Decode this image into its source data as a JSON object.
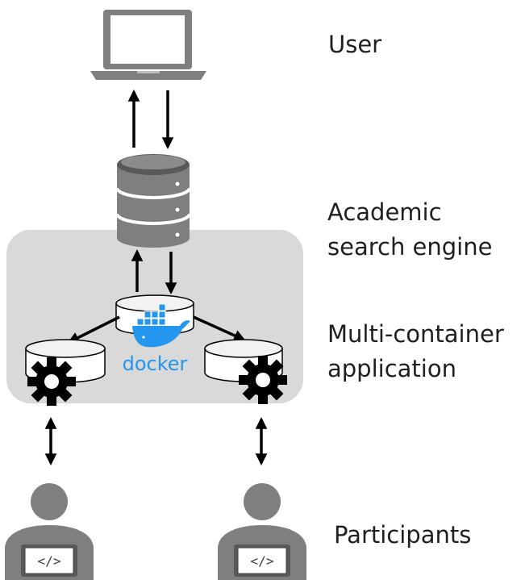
{
  "labels": {
    "user": "User",
    "search_engine": [
      "Academic",
      "search engine"
    ],
    "multi_container": [
      "Multi-container",
      "application"
    ],
    "participants": "Participants"
  },
  "docker_wordmark": "docker",
  "code_glyph": "</>",
  "colors": {
    "icon_gray": "#7f7f7f",
    "icon_dark": "#595959",
    "panel_fill": "#d9d9d9",
    "container_top": "#f2f2f2",
    "docker_blue": "#2496ed",
    "arrow": "#000000",
    "gear": "#000000"
  },
  "icons": [
    "laptop-icon",
    "database-icon",
    "docker-logo-icon",
    "gear-icon",
    "person-icon",
    "code-icon"
  ]
}
